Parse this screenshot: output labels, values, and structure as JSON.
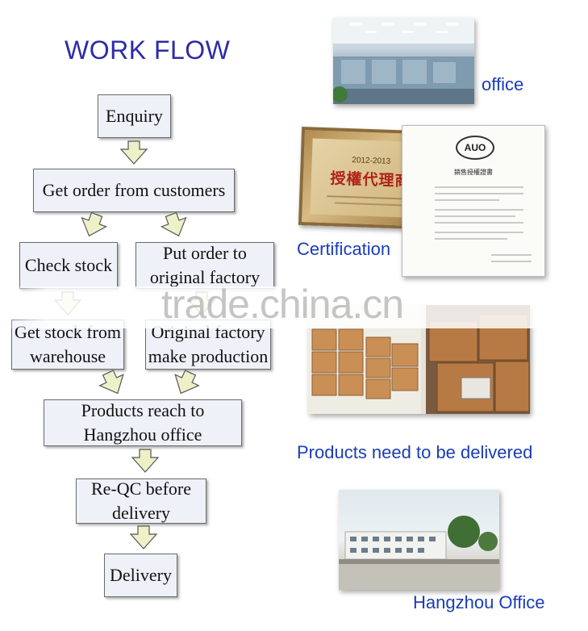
{
  "title": "WORK FLOW",
  "steps": {
    "enquiry": "Enquiry",
    "get_order": "Get order from customers",
    "check_stock": "Check stock",
    "put_order": "Put order to original factory",
    "get_stock": "Get stock from warehouse",
    "original_factory": "Original factory make production",
    "products_reach": "Products reach to Hangzhou office",
    "re_qc": "Re-QC before delivery",
    "delivery": "Delivery"
  },
  "captions": {
    "office": "office",
    "certification": "Certification",
    "products": "Products need to be delivered",
    "hangzhou": "Hangzhou Office"
  },
  "certificate": {
    "years": "2012-2013",
    "plaque_title": "授權代理商",
    "doc_title": "銷售授權證書",
    "logo": "AUO"
  },
  "watermark": "trade.china.cn",
  "colors": {
    "title": "#2c2ca8",
    "caption": "#1a3db6",
    "box_fill": "#eef1f8",
    "arrow_fill": "#eef0c8"
  }
}
